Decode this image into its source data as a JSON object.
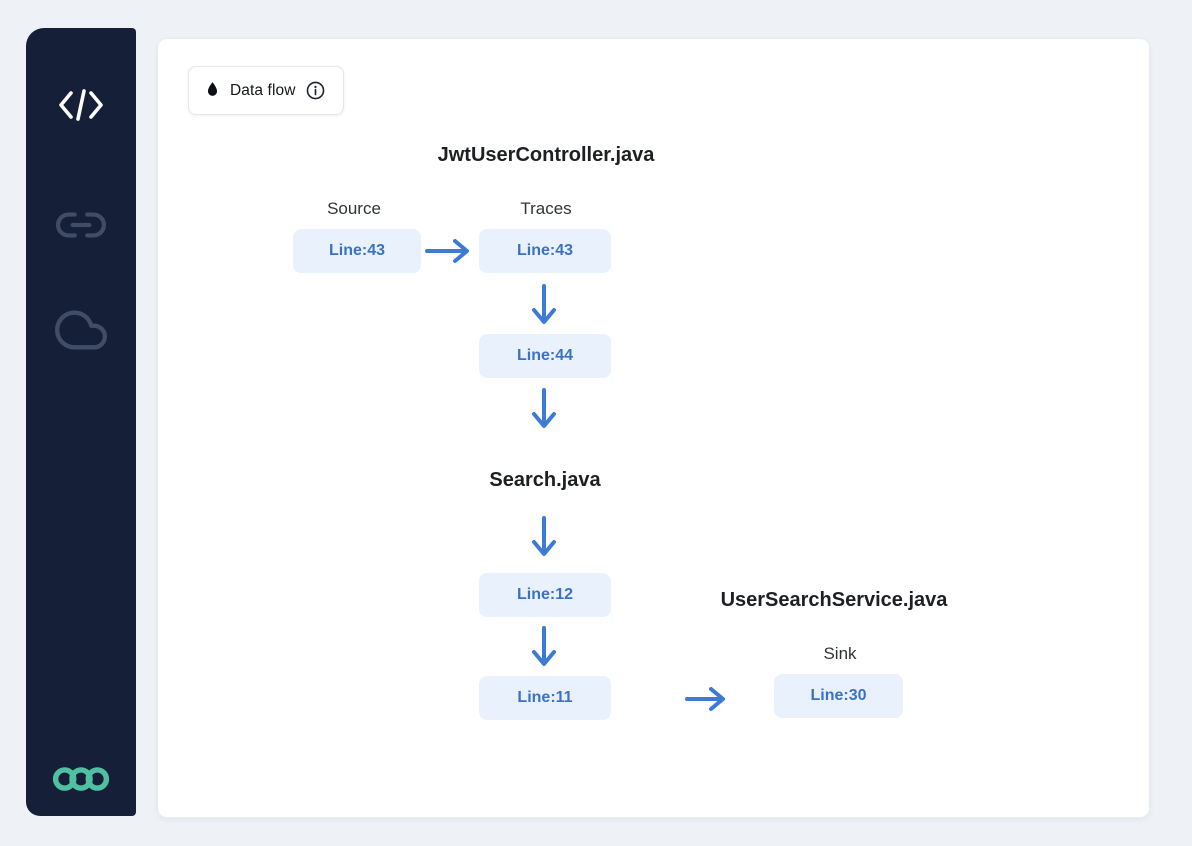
{
  "colors": {
    "sidebar_bg": "#161f38",
    "logo_green": "#4fc0a0",
    "node_bg": "#e9f2fc",
    "node_text": "#3b72c6",
    "arrow_blue": "#3b7bd5",
    "page_bg": "#eef2f7",
    "card_bg": "#ffffff"
  },
  "sidebar": {
    "icons": [
      {
        "name": "code-icon",
        "active": true
      },
      {
        "name": "link-icon",
        "active": false
      },
      {
        "name": "cloud-icon",
        "active": false
      }
    ],
    "logo": "three-rings-logo"
  },
  "toolbar": {
    "data_flow_label": "Data flow",
    "leading_icon": "droplet-icon",
    "trailing_icon": "info-icon"
  },
  "flow": {
    "files": {
      "jwt": "JwtUserController.java",
      "search": "Search.java",
      "service": "UserSearchService.java"
    },
    "labels": {
      "source": "Source",
      "traces": "Traces",
      "sink": "Sink"
    },
    "nodes": {
      "source": "Line:43",
      "trace1": "Line:43",
      "trace2": "Line:44",
      "trace3": "Line:12",
      "trace4": "Line:11",
      "sink": "Line:30"
    }
  }
}
